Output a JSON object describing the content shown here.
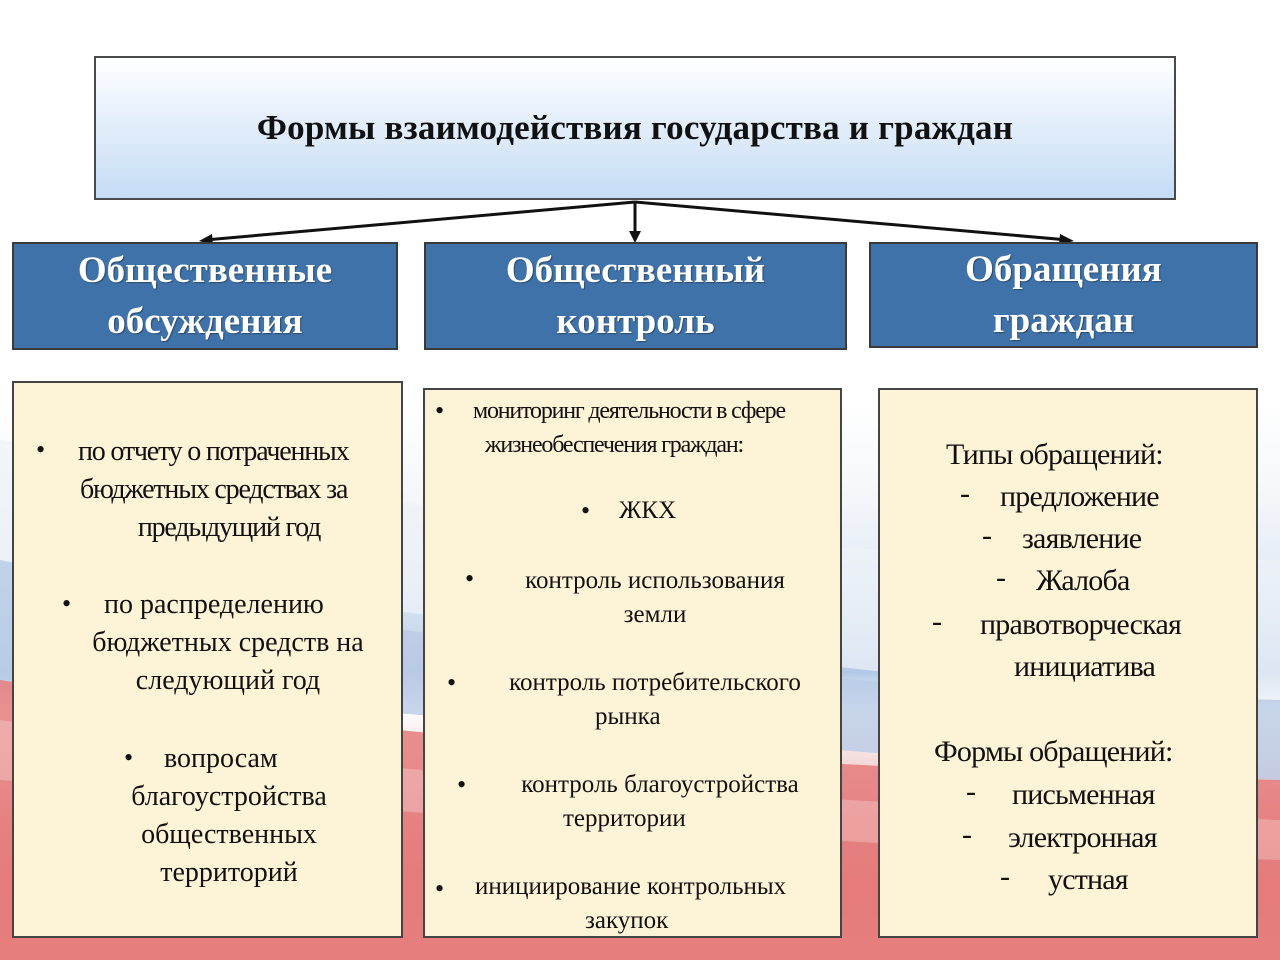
{
  "title": "Формы взаимодействия государства и граждан",
  "categories": [
    {
      "line1": "Общественные",
      "line2": "обсуждения"
    },
    {
      "line1": "Общественный",
      "line2": "контроль"
    },
    {
      "line1": "Обращения",
      "line2": "граждан"
    }
  ],
  "discussions": {
    "items": [
      {
        "l1": "по отчету о потраченных",
        "l2": "бюджетных средствах за",
        "l3": "предыдущий год"
      },
      {
        "l1": "по распределению",
        "l2": "бюджетных средств на",
        "l3": "следующий год"
      },
      {
        "l1": "вопросам",
        "l2": "благоустройства",
        "l3": "общественных",
        "l4": "территорий"
      }
    ]
  },
  "control": {
    "intro_l1": "мониторинг деятельности в сфере",
    "intro_l2": "жизнеобеспечения граждан:",
    "items": [
      {
        "l1": "ЖКХ"
      },
      {
        "l1": "контроль использования",
        "l2": "земли"
      },
      {
        "l1": "контроль потребительского",
        "l2": "рынка"
      },
      {
        "l1": "контроль благоустройства",
        "l2": "территории"
      },
      {
        "l1": "инициирование контрольных",
        "l2": "закупок"
      }
    ]
  },
  "appeals": {
    "types_heading": "Типы обращений:",
    "types": [
      "предложение",
      "заявление",
      "Жалоба",
      "правотворческая"
    ],
    "types_cont": "инициатива",
    "forms_heading": "Формы обращений:",
    "forms": [
      "письменная",
      "электронная",
      "устная"
    ]
  },
  "bullet": "•",
  "dash": "-",
  "colors": {
    "category_bg": "#3f72a8",
    "panel_bg": "#fdf3d6",
    "title_bg_bottom": "#c5dcf5"
  }
}
